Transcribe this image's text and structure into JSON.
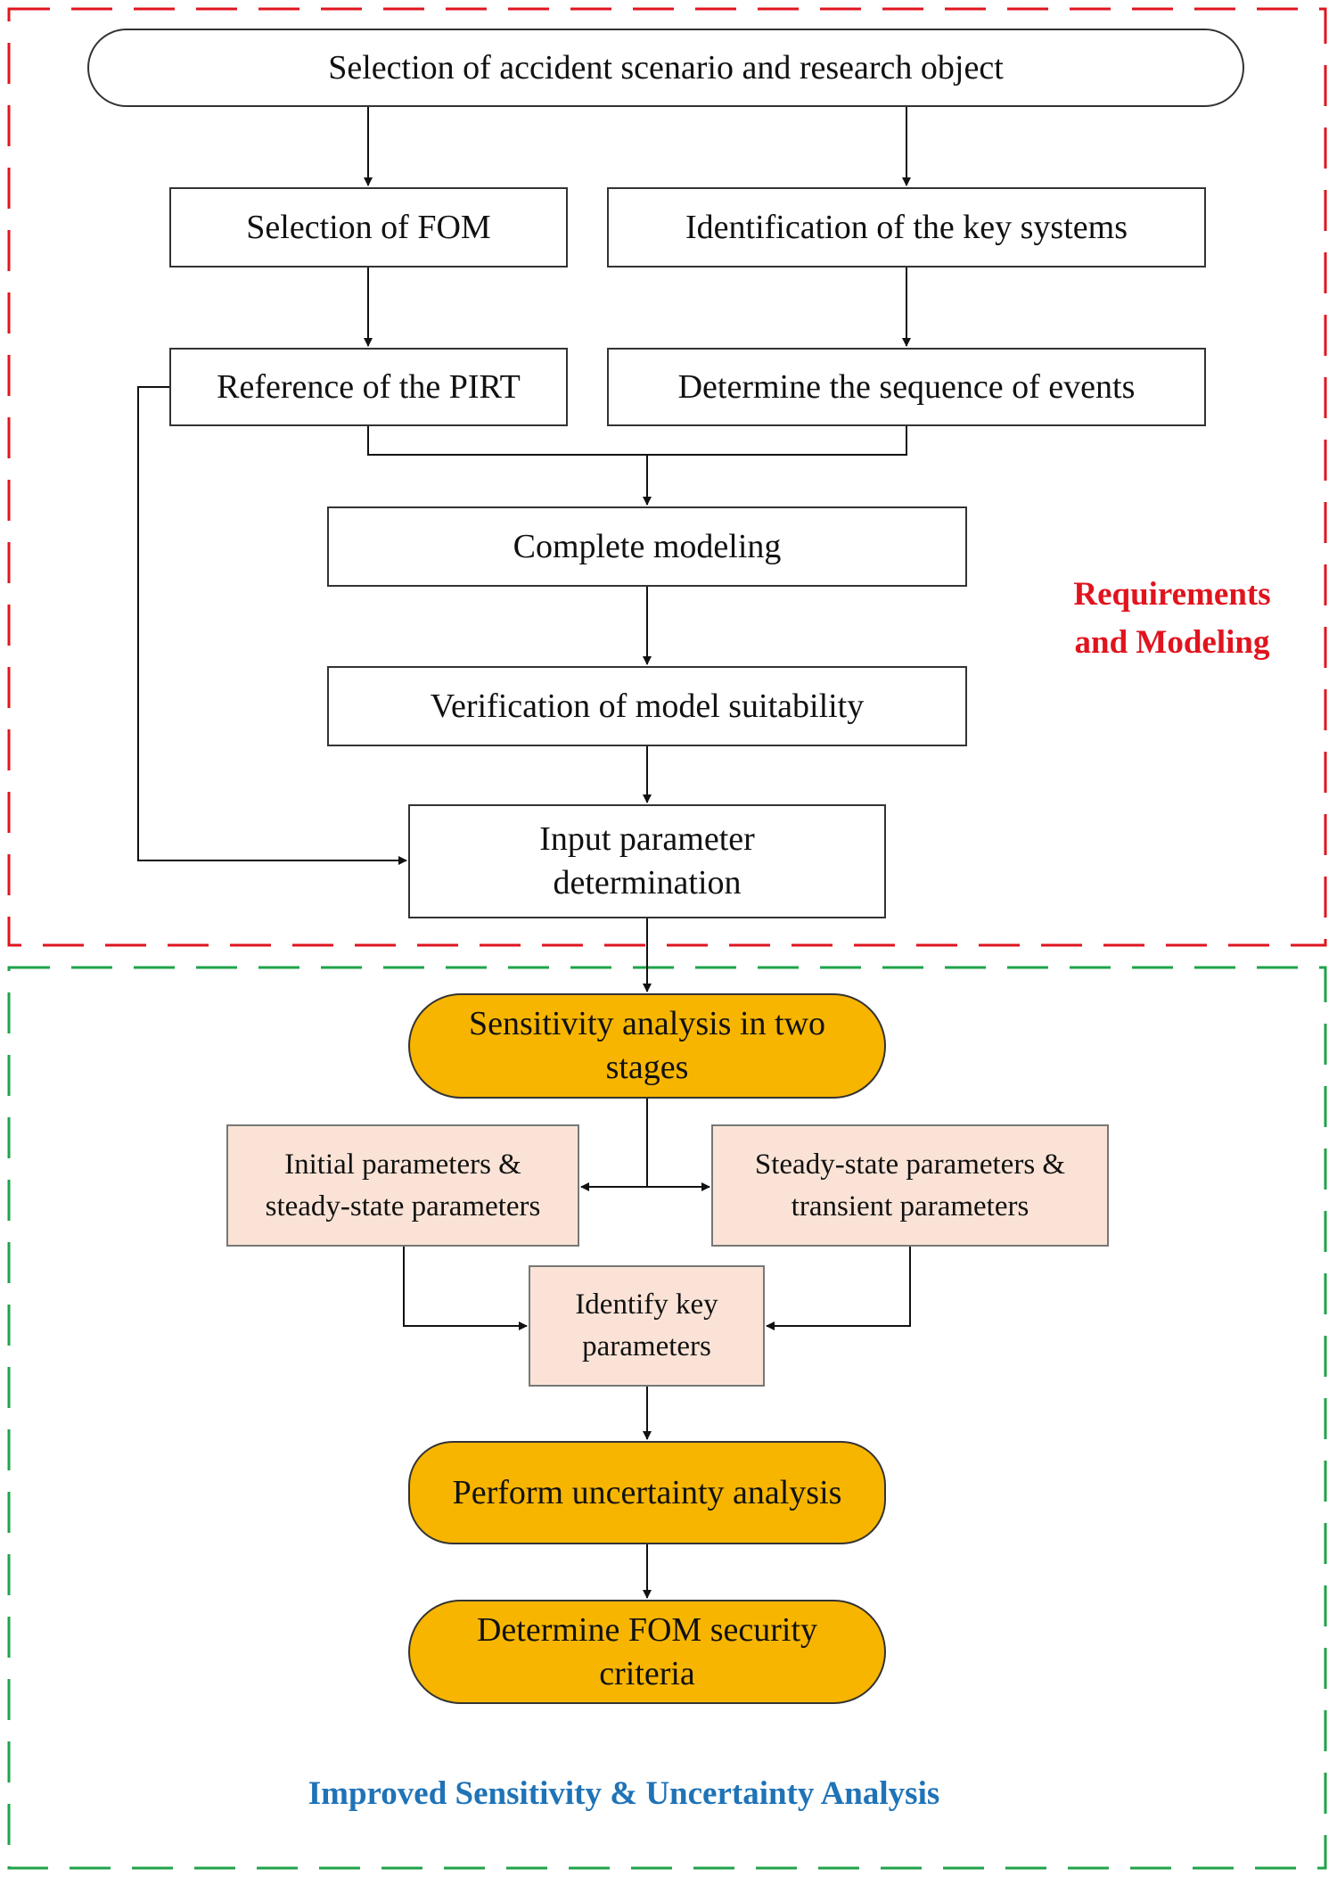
{
  "regions": {
    "requirements": {
      "label": "Requirements and Modeling",
      "color": "#e0141e"
    },
    "analysis": {
      "label": "Improved Sensitivity & Uncertainty Analysis",
      "color": "#1f73b7"
    }
  },
  "border_colors": {
    "requirements": "#e0141e",
    "analysis": "#1fa34a"
  },
  "nodes": {
    "selection_scenario": "Selection of accident scenario and research object",
    "selection_fom": "Selection of FOM",
    "identification_key_systems": "Identification of the key systems",
    "reference_pirt": "Reference of the PIRT",
    "sequence_events": "Determine the sequence of events",
    "complete_modeling": "Complete modeling",
    "verification_model": "Verification of model suitability",
    "input_parameter": "Input parameter determination",
    "sensitivity_analysis": "Sensitivity analysis in two stages",
    "initial_params": "Initial parameters & steady-state parameters",
    "steady_transient_params": "Steady-state parameters & transient parameters",
    "identify_key_params": "Identify key parameters",
    "uncertainty_analysis": "Perform uncertainty analysis",
    "fom_criteria": "Determine FOM security criteria"
  },
  "colors": {
    "pill_fill": "#f7b500",
    "param_fill": "#fae3d6",
    "stroke": "#333333"
  }
}
